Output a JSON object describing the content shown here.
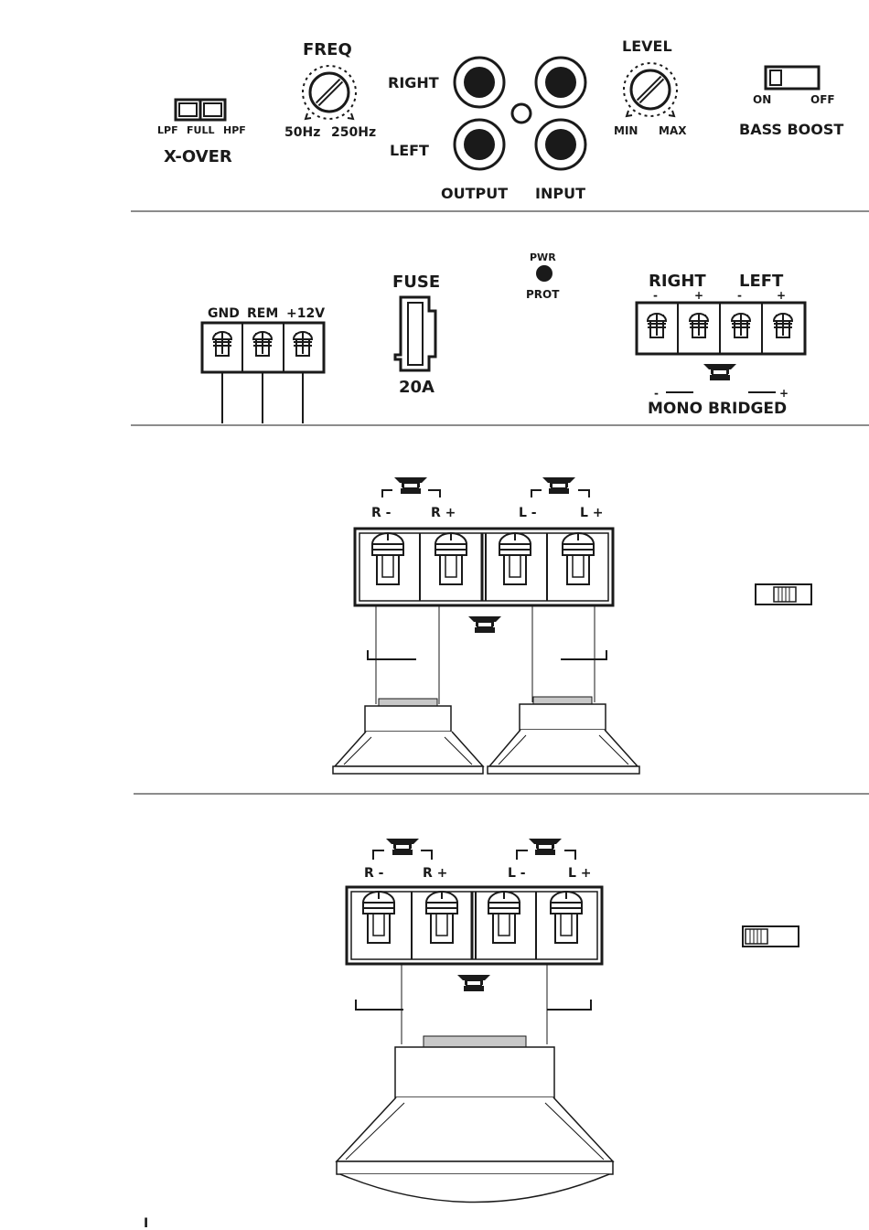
{
  "panel_top": {
    "xover": {
      "title": "X-OVER",
      "opt_lpf": "LPF",
      "opt_full": "FULL",
      "opt_hpf": "HPF"
    },
    "freq": {
      "title": "FREQ",
      "min": "50Hz",
      "max": "250Hz"
    },
    "rca": {
      "right": "RIGHT",
      "left": "LEFT",
      "output": "OUTPUT",
      "input": "INPUT"
    },
    "level": {
      "title": "LEVEL",
      "min": "MIN",
      "max": "MAX"
    },
    "bass_boost": {
      "title": "BASS BOOST",
      "on": "ON",
      "off": "OFF"
    }
  },
  "panel_power": {
    "power_terminal": {
      "gnd": "GND",
      "rem": "REM",
      "v12": "+12V"
    },
    "fuse": {
      "title": "FUSE",
      "rating": "20A"
    },
    "led": {
      "pwr": "PWR",
      "prot": "PROT"
    },
    "speaker_terminal": {
      "right": "RIGHT",
      "left": "LEFT",
      "minus": "-",
      "plus": "+",
      "mono_bridged": "MONO BRIDGED"
    }
  },
  "stereo_diagram": {
    "r_minus": "R -",
    "r_plus": "R +",
    "l_minus": "L -",
    "l_plus": "L +"
  },
  "bridged_diagram": {
    "r_minus": "R -",
    "r_plus": "R +",
    "l_minus": "L -",
    "l_plus": "L +"
  },
  "page_number": "I"
}
